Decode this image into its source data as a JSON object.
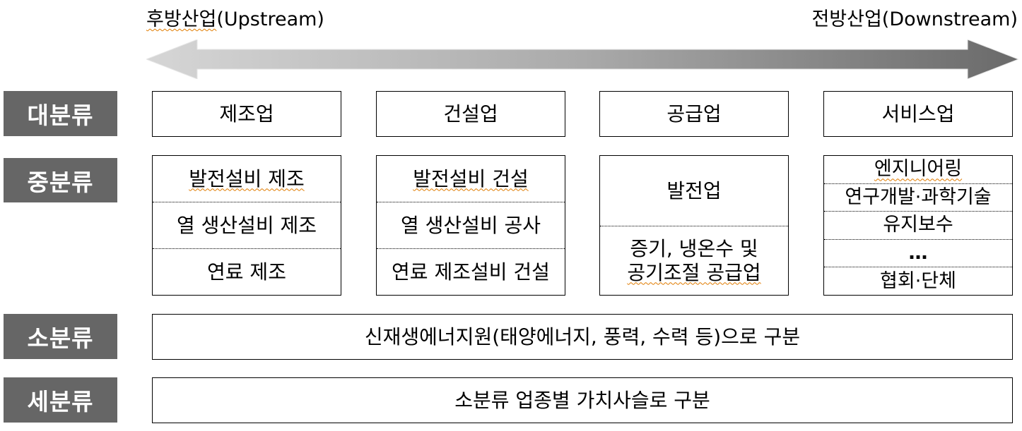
{
  "direction": {
    "upstream_label": "후방산업(Upstream)",
    "upstream_ko": "후방산업",
    "upstream_en": "(Upstream)",
    "downstream_label": "전방산업(Downstream)",
    "arrow_colors": {
      "left": "#d4d4d4",
      "right": "#6e6e6e"
    }
  },
  "tiers": {
    "major": "대분류",
    "middle": "중분류",
    "minor": "소분류",
    "detail": "세분류",
    "label_bg": "#666666"
  },
  "major": [
    {
      "label": "제조업"
    },
    {
      "label": "건설업"
    },
    {
      "label": "공급업"
    },
    {
      "label": "서비스업"
    }
  ],
  "middle": [
    {
      "items": [
        "발전설비 제조",
        "열 생산설비 제조",
        "연료 제조"
      ]
    },
    {
      "items": [
        "발전설비 건설",
        "열 생산설비 공사",
        "연료 제조설비 건설"
      ]
    },
    {
      "items": [
        "발전업",
        "증기, 냉온수 및",
        "공기조절 공급업"
      ]
    },
    {
      "items": [
        "엔지니어링",
        "연구개발·과학기술",
        "유지보수",
        "…",
        "협회·단체"
      ]
    }
  ],
  "minor": {
    "text": "신재생에너지원(태양에너지, 풍력, 수력 등)으로 구분"
  },
  "detail": {
    "text": "소분류 업종별 가치사슬로 구분"
  }
}
